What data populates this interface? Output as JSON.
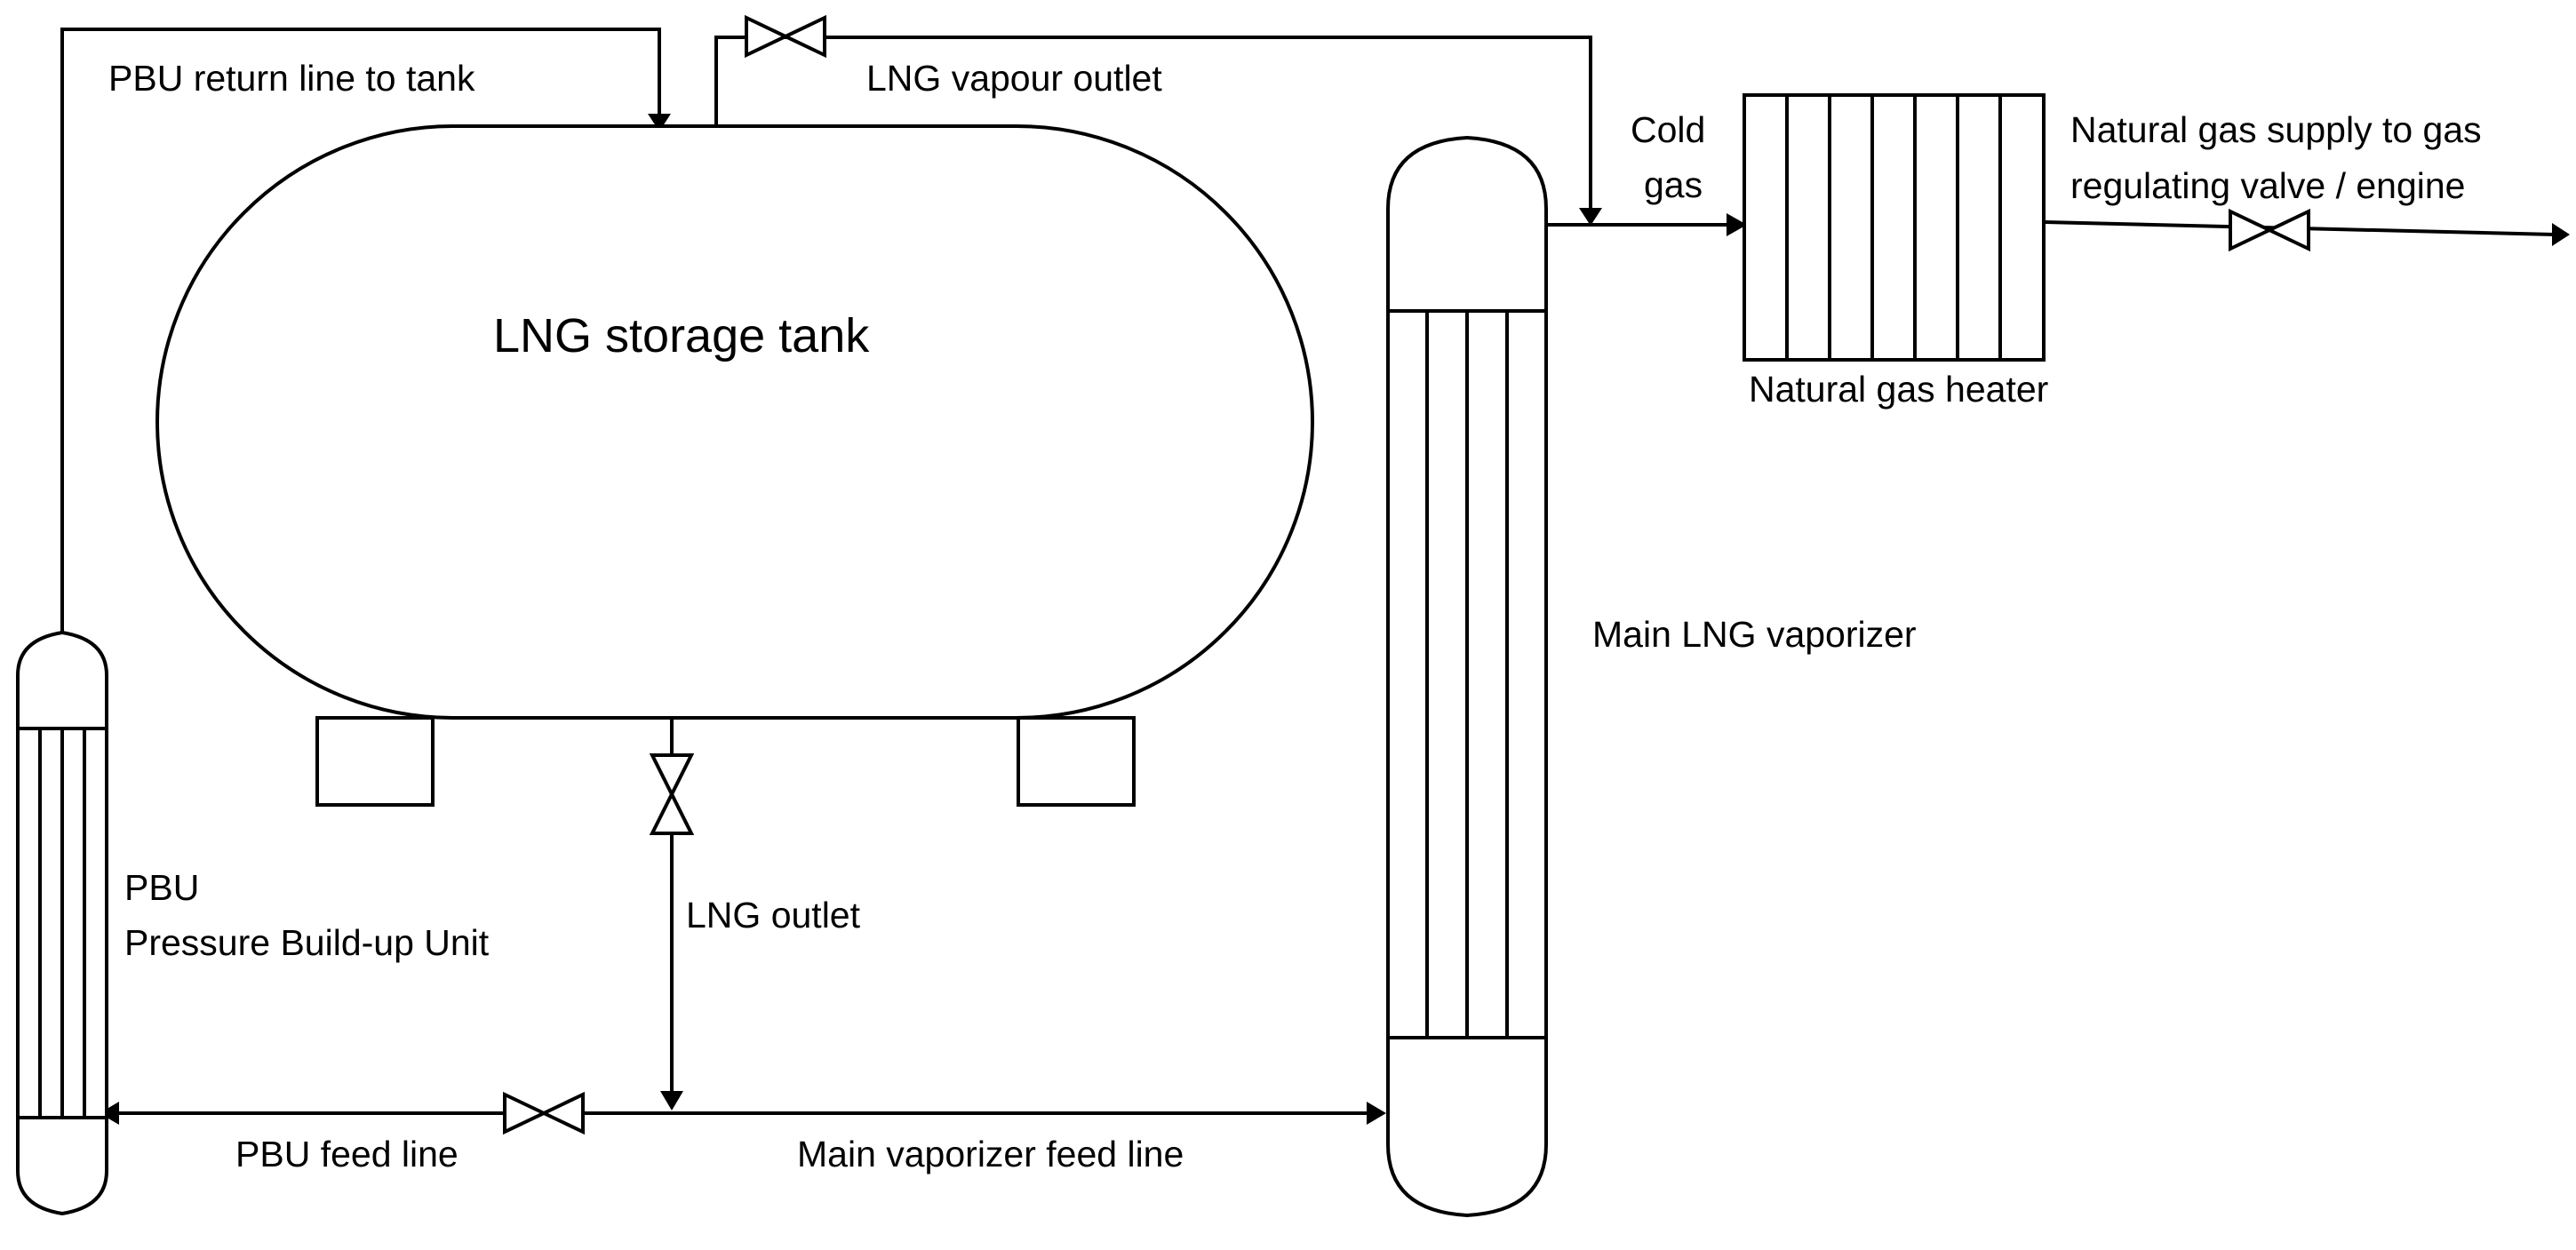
{
  "labels": {
    "tank": "LNG storage tank",
    "pbu_return": "PBU return line to tank",
    "vapour_outlet": "LNG vapour outlet",
    "cold_gas_line1": "Cold",
    "cold_gas_line2": "gas",
    "supply_line1": "Natural gas supply to gas",
    "supply_line2": "regulating valve / engine",
    "heater": "Natural gas heater",
    "main_vaporizer": "Main LNG vaporizer",
    "pbu_line1": "PBU",
    "pbu_line2": "Pressure Build-up Unit",
    "lng_outlet": "LNG outlet",
    "pbu_feed": "PBU feed line",
    "main_feed": "Main vaporizer feed line"
  },
  "colors": {
    "line": "#000000",
    "background": "#ffffff"
  },
  "icons": {
    "valve": "gate-valve-bowtie",
    "arrow": "filled-triangle-arrowhead"
  }
}
